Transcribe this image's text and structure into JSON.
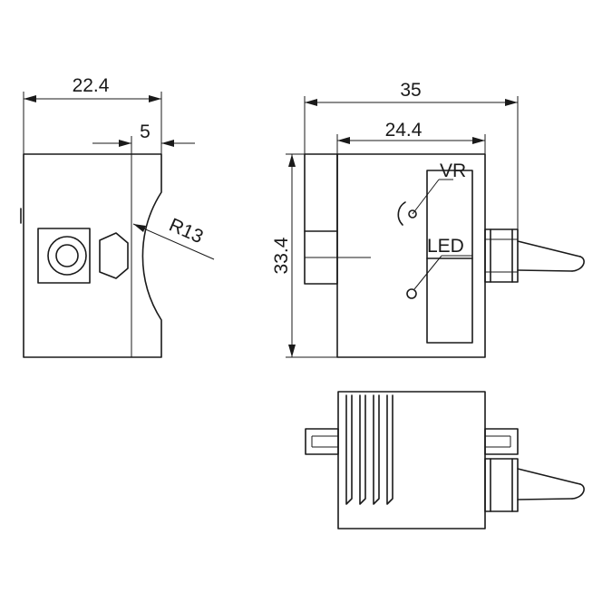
{
  "dimensions": {
    "left_width": "22.4",
    "left_offset": "5",
    "radius": "R13",
    "overall_width": "35",
    "body_width": "24.4",
    "height": "33.4"
  },
  "labels": {
    "vr": "VR",
    "led": "LED"
  }
}
